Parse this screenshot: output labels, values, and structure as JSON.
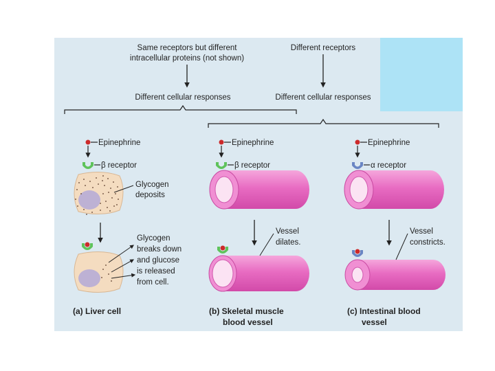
{
  "top": {
    "left_note_line1": "Same receptors but different",
    "left_note_line2": "intracellular proteins (not shown)",
    "left_response": "Different cellular responses",
    "right_note": "Different receptors",
    "right_response": "Different cellular responses"
  },
  "panels": {
    "a": {
      "signal": "Epinephrine",
      "receptor": "β receptor",
      "glycogen_line1": "Glycogen",
      "glycogen_line2": "deposits",
      "result_line1": "Glycogen",
      "result_line2": "breaks down",
      "result_line3": "and glucose",
      "result_line4": "is released",
      "result_line5": "from cell.",
      "caption_line1": "(a) Liver cell"
    },
    "b": {
      "signal": "Epinephrine",
      "receptor": "β receptor",
      "result_line1": "Vessel",
      "result_line2": "dilates.",
      "caption_line1": "(b) Skeletal muscle",
      "caption_line2": "blood vessel"
    },
    "c": {
      "signal": "Epinephrine",
      "receptor": "α receptor",
      "result_line1": "Vessel",
      "result_line2": "constricts.",
      "caption_line1": "(c) Intestinal blood",
      "caption_line2": "vessel"
    }
  },
  "colors": {
    "panel_bg": "#dce9f1",
    "overlay": "#ade3f6",
    "liver_cell": "#f4dcc0",
    "nucleus": "#bdb1d4",
    "vessel": "#e86cc2",
    "beta_receptor": "#5fc35b",
    "alpha_receptor": "#6a86c4",
    "epinephrine": "#cc2a2a"
  }
}
